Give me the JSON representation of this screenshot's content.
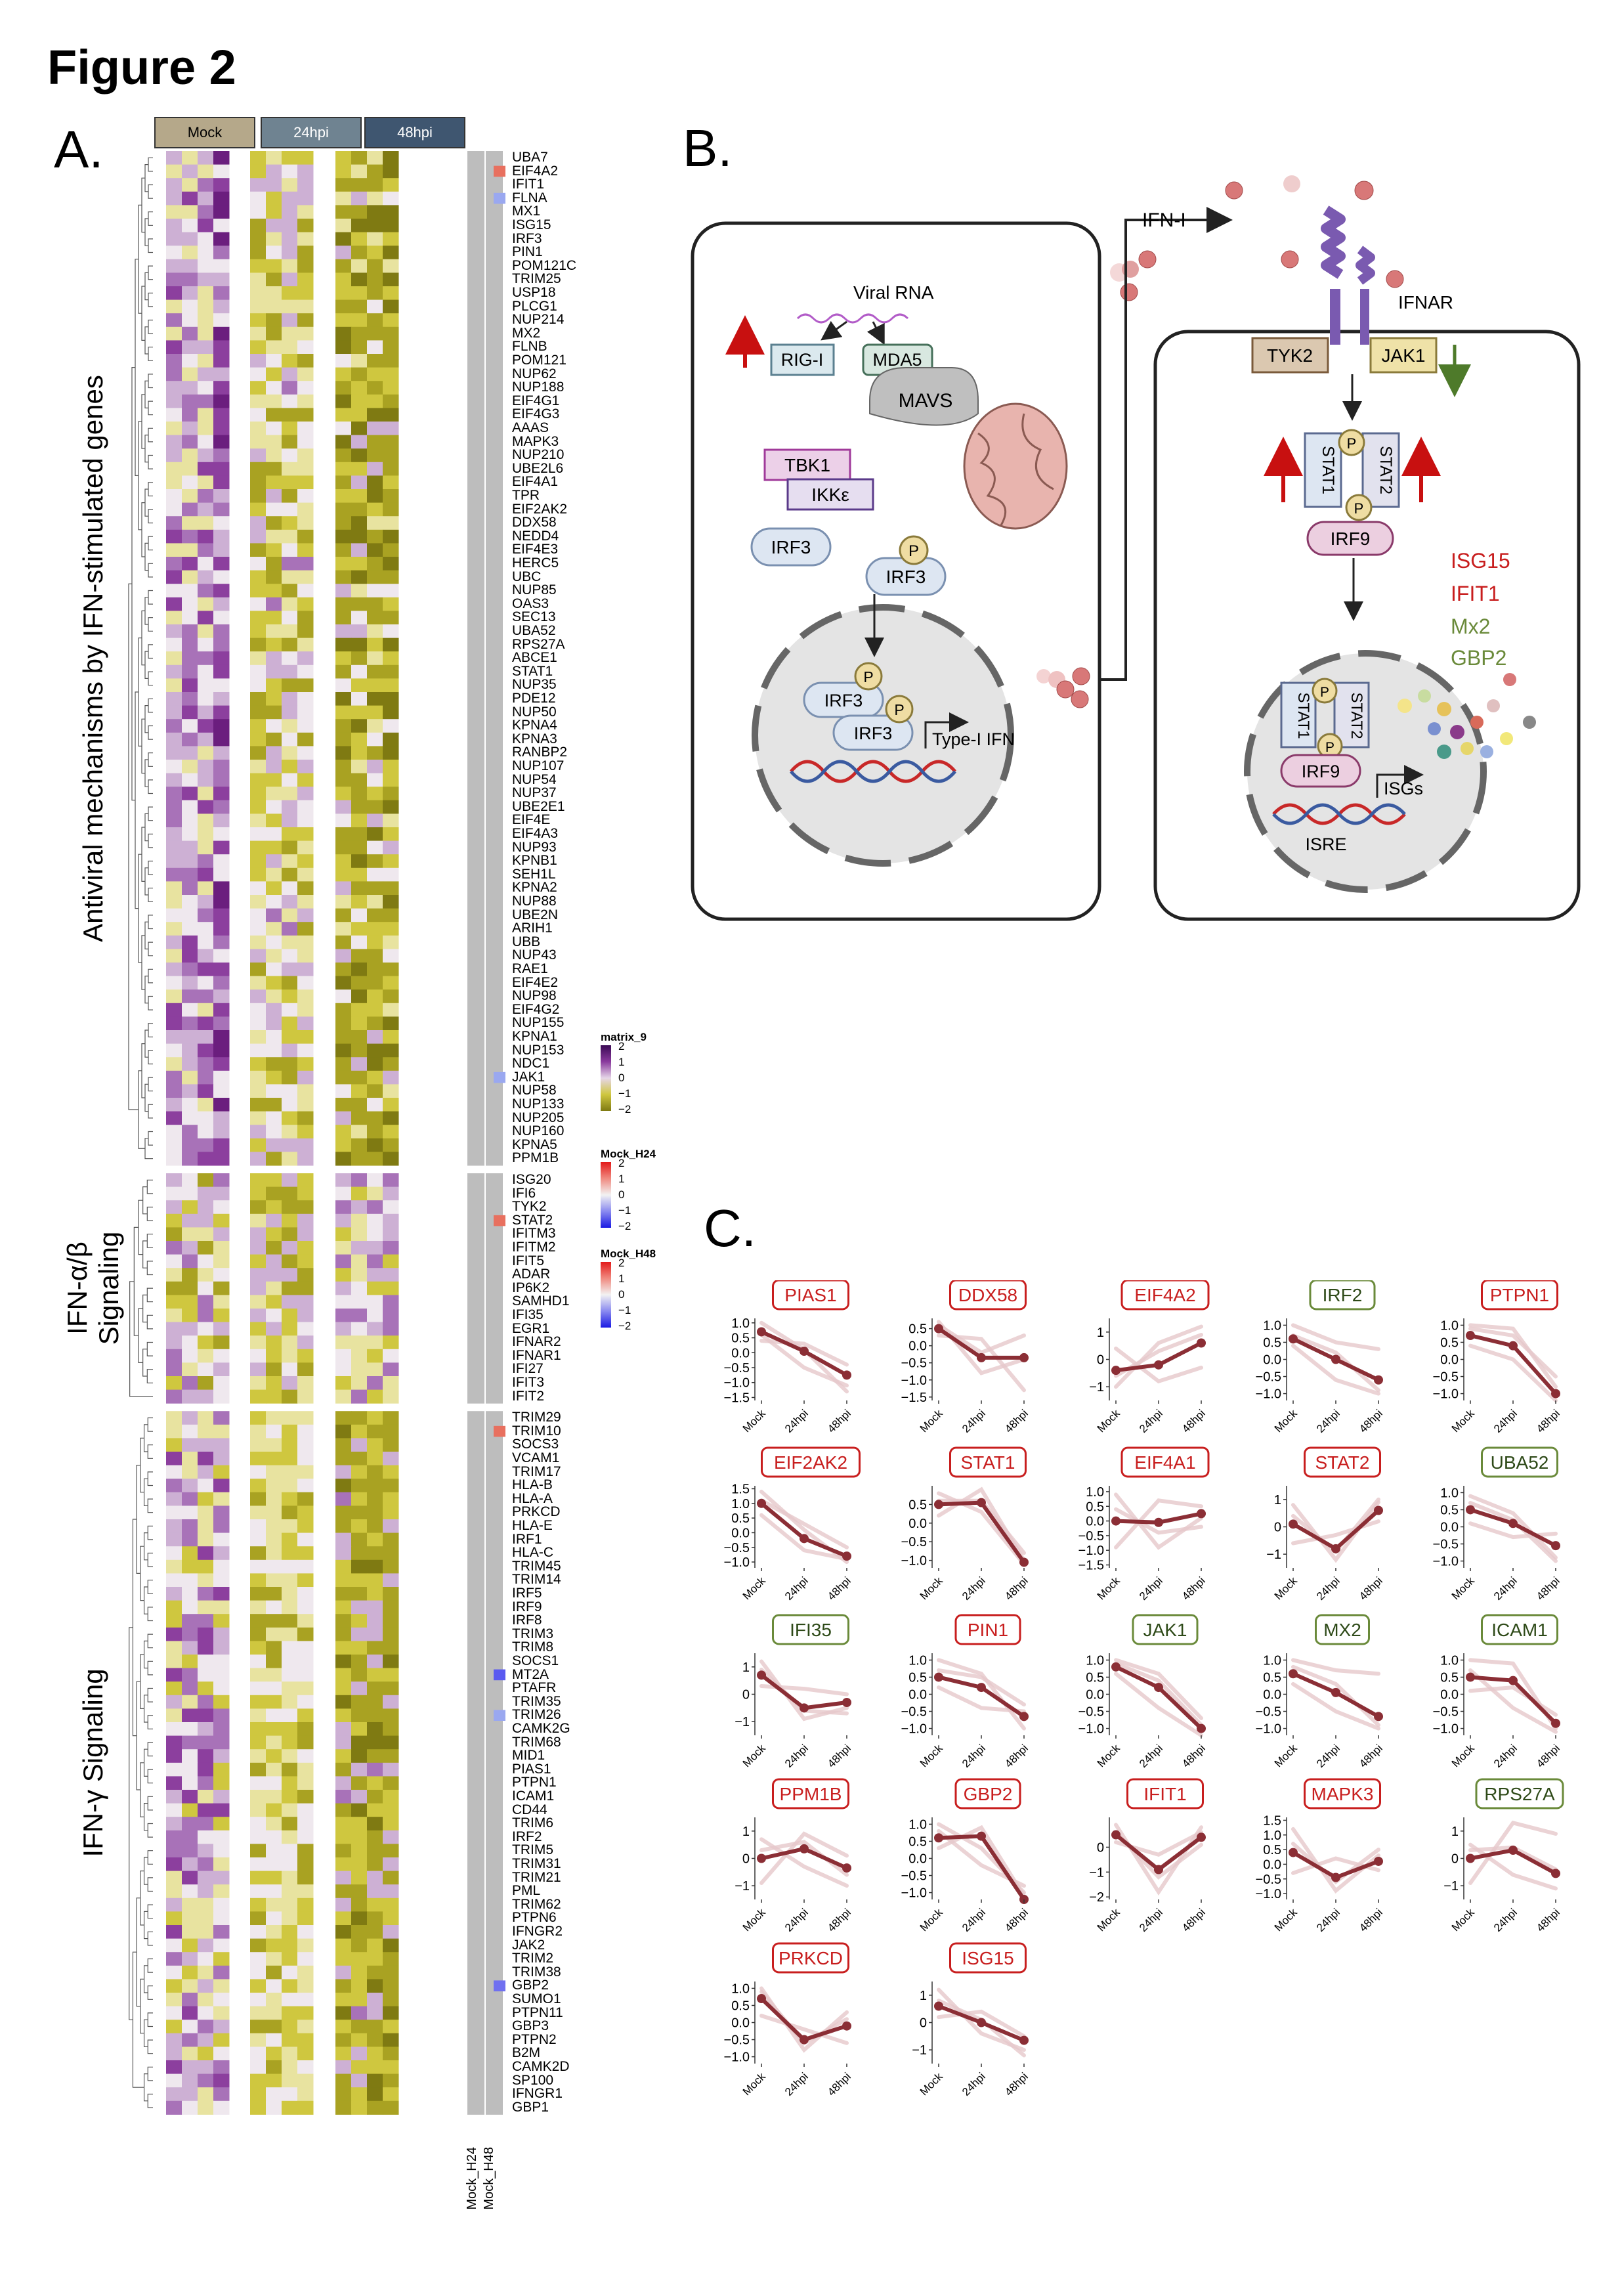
{
  "figure_title": "Figure 2",
  "panels": {
    "a": "A.",
    "b": "B.",
    "c": "C."
  },
  "heatmap": {
    "conditions": [
      "Mock",
      "24hpi",
      "48hpi"
    ],
    "condition_colors": [
      "#b5a88a",
      "#6f8391",
      "#3f5670"
    ],
    "column_annotation_labels": [
      "Mock_H24",
      "Mock_H48"
    ],
    "groups": [
      {
        "label": "Antiviral mechanisms by IFN-stimulated genes",
        "genes": [
          "UBA7",
          "EIF4A2",
          "IFIT1",
          "FLNA",
          "MX1",
          "ISG15",
          "IRF3",
          "PIN1",
          "POM121C",
          "TRIM25",
          "USP18",
          "PLCG1",
          "NUP214",
          "MX2",
          "FLNB",
          "POM121",
          "NUP62",
          "NUP188",
          "EIF4G1",
          "EIF4G3",
          "AAAS",
          "MAPK3",
          "NUP210",
          "UBE2L6",
          "EIF4A1",
          "TPR",
          "EIF2AK2",
          "DDX58",
          "NEDD4",
          "EIF4E3",
          "HERC5",
          "UBC",
          "NUP85",
          "OAS3",
          "SEC13",
          "UBA52",
          "RPS27A",
          "ABCE1",
          "STAT1",
          "NUP35",
          "PDE12",
          "NUP50",
          "KPNA4",
          "KPNA3",
          "RANBP2",
          "NUP107",
          "NUP54",
          "NUP37",
          "UBE2E1",
          "EIF4E",
          "EIF4A3",
          "NUP93",
          "KPNB1",
          "SEH1L",
          "KPNA2",
          "NUP88",
          "UBE2N",
          "ARIH1",
          "UBB",
          "NUP43",
          "RAE1",
          "EIF4E2",
          "NUP98",
          "EIF4G2",
          "NUP155",
          "KPNA1",
          "NUP153",
          "NDC1",
          "JAK1",
          "NUP58",
          "NUP133",
          "NUP205",
          "NUP160",
          "KPNA5",
          "PPM1B"
        ]
      },
      {
        "label": "IFN-α/β Signaling",
        "genes": [
          "ISG20",
          "IFI6",
          "TYK2",
          "STAT2",
          "IFITM3",
          "IFITM2",
          "IFIT5",
          "ADAR",
          "IP6K2",
          "SAMHD1",
          "IFI35",
          "EGR1",
          "IFNAR2",
          "IFNAR1",
          "IFI27",
          "IFIT3",
          "IFIT2"
        ]
      },
      {
        "label": "IFN-γ Signaling",
        "genes": [
          "TRIM29",
          "TRIM10",
          "SOCS3",
          "VCAM1",
          "TRIM17",
          "HLA-B",
          "HLA-A",
          "PRKCD",
          "HLA-E",
          "IRF1",
          "HLA-C",
          "TRIM45",
          "TRIM14",
          "IRF5",
          "IRF9",
          "IRF8",
          "TRIM3",
          "TRIM8",
          "SOCS1",
          "MT2A",
          "PTAFR",
          "TRIM35",
          "TRIM26",
          "CAMK2G",
          "TRIM68",
          "MID1",
          "PIAS1",
          "PTPN1",
          "ICAM1",
          "CD44",
          "TRIM6",
          "IRF2",
          "TRIM5",
          "TRIM31",
          "TRIM21",
          "PML",
          "TRIM62",
          "PTPN6",
          "IFNGR2",
          "JAK2",
          "TRIM2",
          "TRIM38",
          "GBP2",
          "SUMO1",
          "PTPN11",
          "GBP3",
          "PTPN2",
          "B2M",
          "CAMK2D",
          "SP100",
          "IFNGR1",
          "GBP1"
        ]
      }
    ],
    "annotation_marks": [
      {
        "gene": "EIF4A2",
        "color": "#e8705f"
      },
      {
        "gene": "FLNA",
        "color": "#9aa8f0"
      },
      {
        "gene": "JAK1",
        "color": "#9aa8f0"
      },
      {
        "gene": "STAT2",
        "color": "#e8705f"
      },
      {
        "gene": "TRIM10",
        "color": "#e8705f"
      },
      {
        "gene": "MT2A",
        "color": "#5a5af0"
      },
      {
        "gene": "TRIM26",
        "color": "#9aa8f0"
      },
      {
        "gene": "GBP2",
        "color": "#7070f0"
      }
    ],
    "legends": [
      {
        "title": "matrix_9",
        "ticks": [
          "2",
          "1",
          "0",
          "−1",
          "−2"
        ],
        "colors": [
          "#3b0a55",
          "#8a3a9e",
          "#e6d6e8",
          "#cfc73f",
          "#7f7a12"
        ]
      },
      {
        "title": "Mock_H24",
        "ticks": [
          "2",
          "1",
          "0",
          "−1",
          "−2"
        ],
        "colors": [
          "#e31a1a",
          "#f08a80",
          "#f2f2f2",
          "#8a8af0",
          "#1a1ae3"
        ]
      },
      {
        "title": "Mock_H48",
        "ticks": [
          "2",
          "1",
          "0",
          "−1",
          "−2"
        ],
        "colors": [
          "#e31a1a",
          "#f08a80",
          "#f2f2f2",
          "#8a8af0",
          "#1a1ae3"
        ]
      }
    ]
  },
  "diagram": {
    "ifn_i": "IFN-I",
    "viral_rna": "Viral RNA",
    "rig_i": "RIG-I",
    "mda5": "MDA5",
    "mavs": "MAVS",
    "tbk1": "TBK1",
    "ikke": "IKKε",
    "irf3": "IRF3",
    "p": "P",
    "type_i_ifn": "Type-I IFN",
    "ifnar": "IFNAR",
    "tyk2": "TYK2",
    "jak1": "JAK1",
    "stat1": "STAT1",
    "stat2": "STAT2",
    "irf9": "IRF9",
    "isgs": "ISGs",
    "isre": "ISRE",
    "isg_list": [
      {
        "label": "ISG15",
        "color": "#c81e1e"
      },
      {
        "label": "IFIT1",
        "color": "#c81e1e"
      },
      {
        "label": "Mx2",
        "color": "#6a8a3a"
      },
      {
        "label": "GBP2",
        "color": "#6a8a3a"
      }
    ],
    "colors": {
      "up_arrow": "#c81010",
      "down_arrow": "#4e7a2a",
      "membrane": "#333333",
      "nucleus": "#e4e4e4"
    }
  },
  "chart_data": {
    "type": "line",
    "x": [
      "Mock",
      "24hpi",
      "48hpi"
    ],
    "line_color": "#8b2e35",
    "panels": [
      {
        "title": "PIAS1",
        "frame": "red",
        "yticks": [
          1.0,
          0.5,
          0.0,
          -0.5,
          -1.0,
          -1.5
        ],
        "ylim": [
          -1.6,
          1.15
        ],
        "values": [
          0.7,
          0.05,
          -0.75
        ],
        "bg": [
          [
            1.0,
            0.1,
            -1.3
          ],
          [
            0.4,
            0.3,
            -0.4
          ],
          [
            0.6,
            -0.5,
            -1.1
          ]
        ]
      },
      {
        "title": "DDX58",
        "frame": "red",
        "yticks": [
          0.5,
          0.0,
          -0.5,
          -1.0,
          -1.5
        ],
        "ylim": [
          -1.6,
          0.8
        ],
        "values": [
          0.5,
          -0.35,
          -0.35
        ],
        "bg": [
          [
            0.7,
            -0.8,
            -0.4
          ],
          [
            0.3,
            0.2,
            -1.3
          ],
          [
            0.6,
            -0.2,
            0.3
          ]
        ]
      },
      {
        "title": "EIF4A2",
        "frame": "red",
        "yticks": [
          1,
          0,
          -1
        ],
        "ylim": [
          -1.5,
          1.5
        ],
        "values": [
          -0.4,
          -0.2,
          0.6
        ],
        "bg": [
          [
            -1.0,
            0.6,
            1.2
          ],
          [
            0.4,
            -0.8,
            -0.3
          ],
          [
            -0.6,
            0.3,
            0.9
          ]
        ]
      },
      {
        "title": "IRF2",
        "frame": "green",
        "yticks": [
          1.0,
          0.5,
          0.0,
          -0.5,
          -1.0
        ],
        "ylim": [
          -1.2,
          1.2
        ],
        "values": [
          0.6,
          0.0,
          -0.6
        ],
        "bg": [
          [
            1.0,
            0.5,
            0.3
          ],
          [
            0.4,
            -0.6,
            -1.0
          ],
          [
            0.7,
            0.2,
            -0.9
          ]
        ]
      },
      {
        "title": "PTPN1",
        "frame": "red",
        "yticks": [
          1.0,
          0.5,
          0.0,
          -0.5,
          -1.0
        ],
        "ylim": [
          -1.2,
          1.2
        ],
        "values": [
          0.7,
          0.4,
          -1.0
        ],
        "bg": [
          [
            1.0,
            0.9,
            -0.8
          ],
          [
            0.4,
            0.0,
            -1.2
          ],
          [
            0.9,
            0.7,
            -0.5
          ]
        ]
      },
      {
        "title": "EIF2AK2",
        "frame": "red",
        "yticks": [
          1.5,
          1.0,
          0.5,
          0.0,
          -0.5,
          -1.0
        ],
        "ylim": [
          -1.2,
          1.6
        ],
        "values": [
          1.0,
          -0.2,
          -0.8
        ],
        "bg": [
          [
            1.4,
            0.1,
            -1.0
          ],
          [
            0.6,
            -0.6,
            -0.9
          ],
          [
            1.1,
            0.3,
            -0.5
          ]
        ]
      },
      {
        "title": "STAT1",
        "frame": "red",
        "yticks": [
          0.5,
          0.0,
          -0.5,
          -1.0
        ],
        "ylim": [
          -1.2,
          1.0
        ],
        "values": [
          0.5,
          0.55,
          -1.05
        ],
        "bg": [
          [
            0.8,
            0.3,
            -1.1
          ],
          [
            0.2,
            0.9,
            -1.0
          ],
          [
            0.6,
            0.6,
            -0.8
          ]
        ]
      },
      {
        "title": "EIF4A1",
        "frame": "red",
        "yticks": [
          1.0,
          0.5,
          0.0,
          -0.5,
          -1.0,
          -1.5
        ],
        "ylim": [
          -1.6,
          1.2
        ],
        "values": [
          0.0,
          -0.05,
          0.25
        ],
        "bg": [
          [
            0.9,
            -0.9,
            0.1
          ],
          [
            -0.9,
            0.7,
            0.5
          ],
          [
            0.4,
            -0.4,
            -0.2
          ]
        ]
      },
      {
        "title": "STAT2",
        "frame": "red",
        "yticks": [
          1,
          0,
          -1
        ],
        "ylim": [
          -1.5,
          1.5
        ],
        "values": [
          0.1,
          -0.8,
          0.6
        ],
        "bg": [
          [
            0.8,
            -1.2,
            0.9
          ],
          [
            -0.6,
            -0.3,
            0.2
          ],
          [
            0.4,
            -0.9,
            1.0
          ]
        ]
      },
      {
        "title": "UBA52",
        "frame": "green",
        "yticks": [
          1.0,
          0.5,
          0.0,
          -0.5,
          -1.0
        ],
        "ylim": [
          -1.2,
          1.2
        ],
        "values": [
          0.5,
          0.1,
          -0.55
        ],
        "bg": [
          [
            0.9,
            0.4,
            -0.9
          ],
          [
            0.1,
            -0.3,
            -0.2
          ],
          [
            0.7,
            0.2,
            -1.0
          ]
        ]
      },
      {
        "title": "IFI35",
        "frame": "green",
        "yticks": [
          1,
          0,
          -1
        ],
        "ylim": [
          -1.5,
          1.5
        ],
        "values": [
          0.7,
          -0.5,
          -0.3
        ],
        "bg": [
          [
            1.2,
            -0.9,
            -0.5
          ],
          [
            0.3,
            0.2,
            0.0
          ],
          [
            0.9,
            -0.6,
            -0.7
          ]
        ]
      },
      {
        "title": "PIN1",
        "frame": "red",
        "yticks": [
          1.0,
          0.5,
          0.0,
          -0.5,
          -1.0
        ],
        "ylim": [
          -1.2,
          1.2
        ],
        "values": [
          0.5,
          0.2,
          -0.65
        ],
        "bg": [
          [
            1.0,
            0.6,
            -1.0
          ],
          [
            0.2,
            -0.4,
            -0.5
          ],
          [
            0.7,
            0.5,
            -0.3
          ]
        ]
      },
      {
        "title": "JAK1",
        "frame": "green",
        "yticks": [
          1.0,
          0.5,
          0.0,
          -0.5,
          -1.0
        ],
        "ylim": [
          -1.2,
          1.2
        ],
        "values": [
          0.8,
          0.2,
          -1.0
        ],
        "bg": [
          [
            1.0,
            0.6,
            -0.7
          ],
          [
            0.6,
            -0.4,
            -1.2
          ],
          [
            0.9,
            0.4,
            -0.9
          ]
        ]
      },
      {
        "title": "MX2",
        "frame": "green",
        "yticks": [
          1.0,
          0.5,
          0.0,
          -0.5,
          -1.0
        ],
        "ylim": [
          -1.2,
          1.2
        ],
        "values": [
          0.6,
          0.05,
          -0.65
        ],
        "bg": [
          [
            1.0,
            0.7,
            0.6
          ],
          [
            0.3,
            -0.5,
            -1.0
          ],
          [
            0.8,
            0.3,
            -0.9
          ]
        ]
      },
      {
        "title": "ICAM1",
        "frame": "green",
        "yticks": [
          1.0,
          0.5,
          0.0,
          -0.5,
          -1.0
        ],
        "ylim": [
          -1.2,
          1.2
        ],
        "values": [
          0.5,
          0.4,
          -0.85
        ],
        "bg": [
          [
            1.0,
            0.9,
            -1.0
          ],
          [
            0.1,
            0.2,
            -0.6
          ],
          [
            0.7,
            -0.4,
            -1.1
          ]
        ]
      },
      {
        "title": "PPM1B",
        "frame": "red",
        "yticks": [
          1,
          0,
          -1
        ],
        "ylim": [
          -1.5,
          1.5
        ],
        "values": [
          0.0,
          0.35,
          -0.35
        ],
        "bg": [
          [
            -0.9,
            0.9,
            0.1
          ],
          [
            0.7,
            -0.3,
            -1.0
          ],
          [
            0.3,
            0.6,
            -0.6
          ]
        ]
      },
      {
        "title": "GBP2",
        "frame": "red",
        "yticks": [
          1.0,
          0.5,
          0.0,
          -0.5,
          -1.0
        ],
        "ylim": [
          -1.2,
          1.2
        ],
        "values": [
          0.6,
          0.65,
          -1.2
        ],
        "bg": [
          [
            1.0,
            0.3,
            -1.0
          ],
          [
            0.3,
            0.9,
            -1.1
          ],
          [
            0.8,
            -0.2,
            -0.8
          ]
        ]
      },
      {
        "title": "IFIT1",
        "frame": "red",
        "yticks": [
          0,
          -1,
          -2
        ],
        "ylim": [
          -2.1,
          1.2
        ],
        "values": [
          0.5,
          -0.9,
          0.4
        ],
        "bg": [
          [
            0.9,
            -1.8,
            0.8
          ],
          [
            0.2,
            -0.3,
            0.6
          ],
          [
            0.6,
            -1.2,
            0.1
          ]
        ]
      },
      {
        "title": "MAPK3",
        "frame": "red",
        "yticks": [
          1.5,
          1.0,
          0.5,
          0.0,
          -0.5,
          -1.0
        ],
        "ylim": [
          -1.2,
          1.6
        ],
        "values": [
          0.4,
          -0.45,
          0.1
        ],
        "bg": [
          [
            1.2,
            -0.9,
            0.3
          ],
          [
            -0.3,
            0.2,
            -0.2
          ],
          [
            0.7,
            -0.6,
            0.5
          ]
        ]
      },
      {
        "title": "RPS27A",
        "frame": "green",
        "yticks": [
          1,
          0,
          -1
        ],
        "ylim": [
          -1.5,
          1.5
        ],
        "values": [
          0.0,
          0.3,
          -0.55
        ],
        "bg": [
          [
            -0.9,
            1.3,
            0.9
          ],
          [
            0.5,
            -0.6,
            -1.1
          ],
          [
            0.3,
            0.4,
            -0.4
          ]
        ]
      },
      {
        "title": "PRKCD",
        "frame": "red",
        "yticks": [
          1.0,
          0.5,
          0.0,
          -0.5,
          -1.0
        ],
        "ylim": [
          -1.2,
          1.2
        ],
        "values": [
          0.7,
          -0.5,
          -0.1
        ],
        "bg": [
          [
            1.0,
            -0.8,
            0.3
          ],
          [
            0.2,
            -0.2,
            -0.6
          ],
          [
            0.9,
            -0.6,
            0.1
          ]
        ]
      },
      {
        "title": "ISG15",
        "frame": "red",
        "yticks": [
          1,
          0,
          -1
        ],
        "ylim": [
          -1.5,
          1.5
        ],
        "values": [
          0.6,
          0.0,
          -0.65
        ],
        "bg": [
          [
            1.2,
            -0.4,
            -1.0
          ],
          [
            0.2,
            0.4,
            -0.5
          ],
          [
            0.8,
            0.1,
            -1.2
          ]
        ]
      }
    ]
  }
}
